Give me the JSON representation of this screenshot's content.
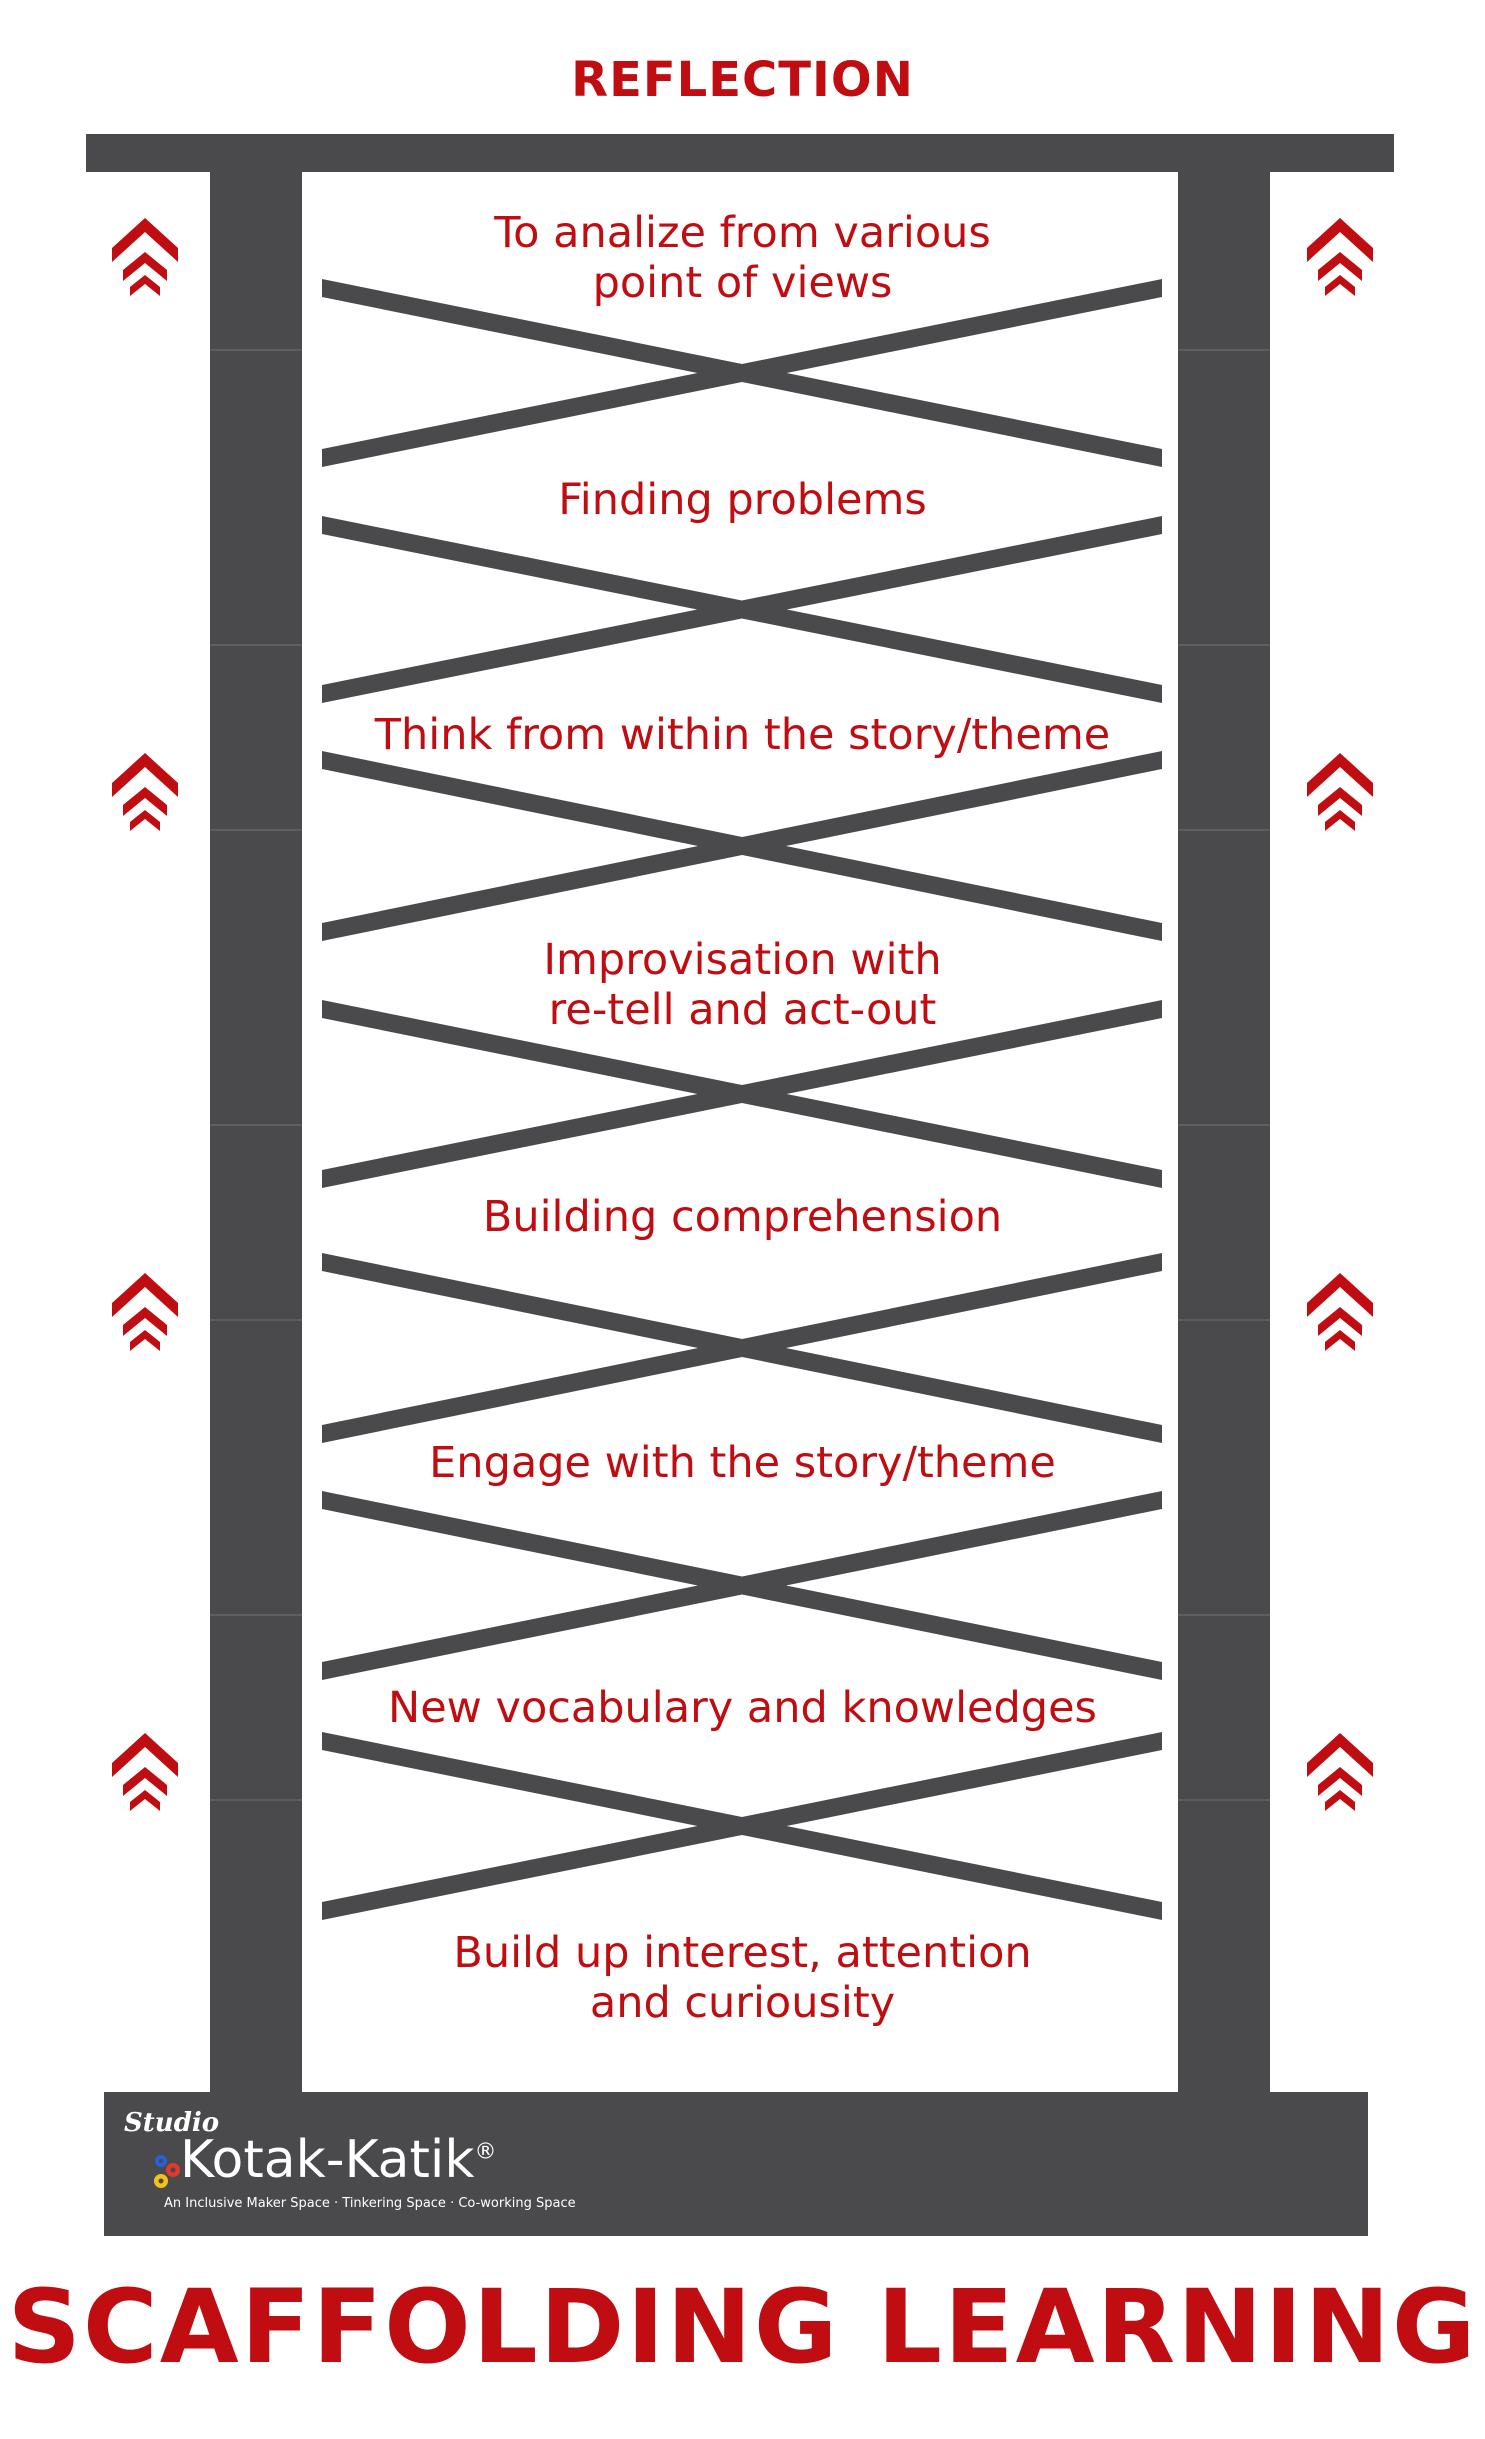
{
  "title_top": "REFLECTION",
  "title_bottom": "SCAFFOLDING LEARNING",
  "steps": [
    {
      "label": "To analize from various\npoint of views"
    },
    {
      "label": "Finding problems"
    },
    {
      "label": "Think from within the story/theme"
    },
    {
      "label": "Improvisation with\nre-tell and act-out"
    },
    {
      "label": "Building comprehension"
    },
    {
      "label": "Engage with the story/theme"
    },
    {
      "label": "New vocabulary and knowledges"
    },
    {
      "label": "Build up interest, attention\nand curiousity"
    }
  ],
  "logo": {
    "studio": "Studio",
    "brand": "Kotak-Katik",
    "registered": "®",
    "tagline": "An Inclusive Maker Space  ·  Tinkering Space  ·  Co-working Space"
  },
  "arrow_icon": "triple-chevron-up-icon",
  "colors": {
    "accent": "#c00d12",
    "structure": "#4a4a4c",
    "background": "#ffffff"
  }
}
